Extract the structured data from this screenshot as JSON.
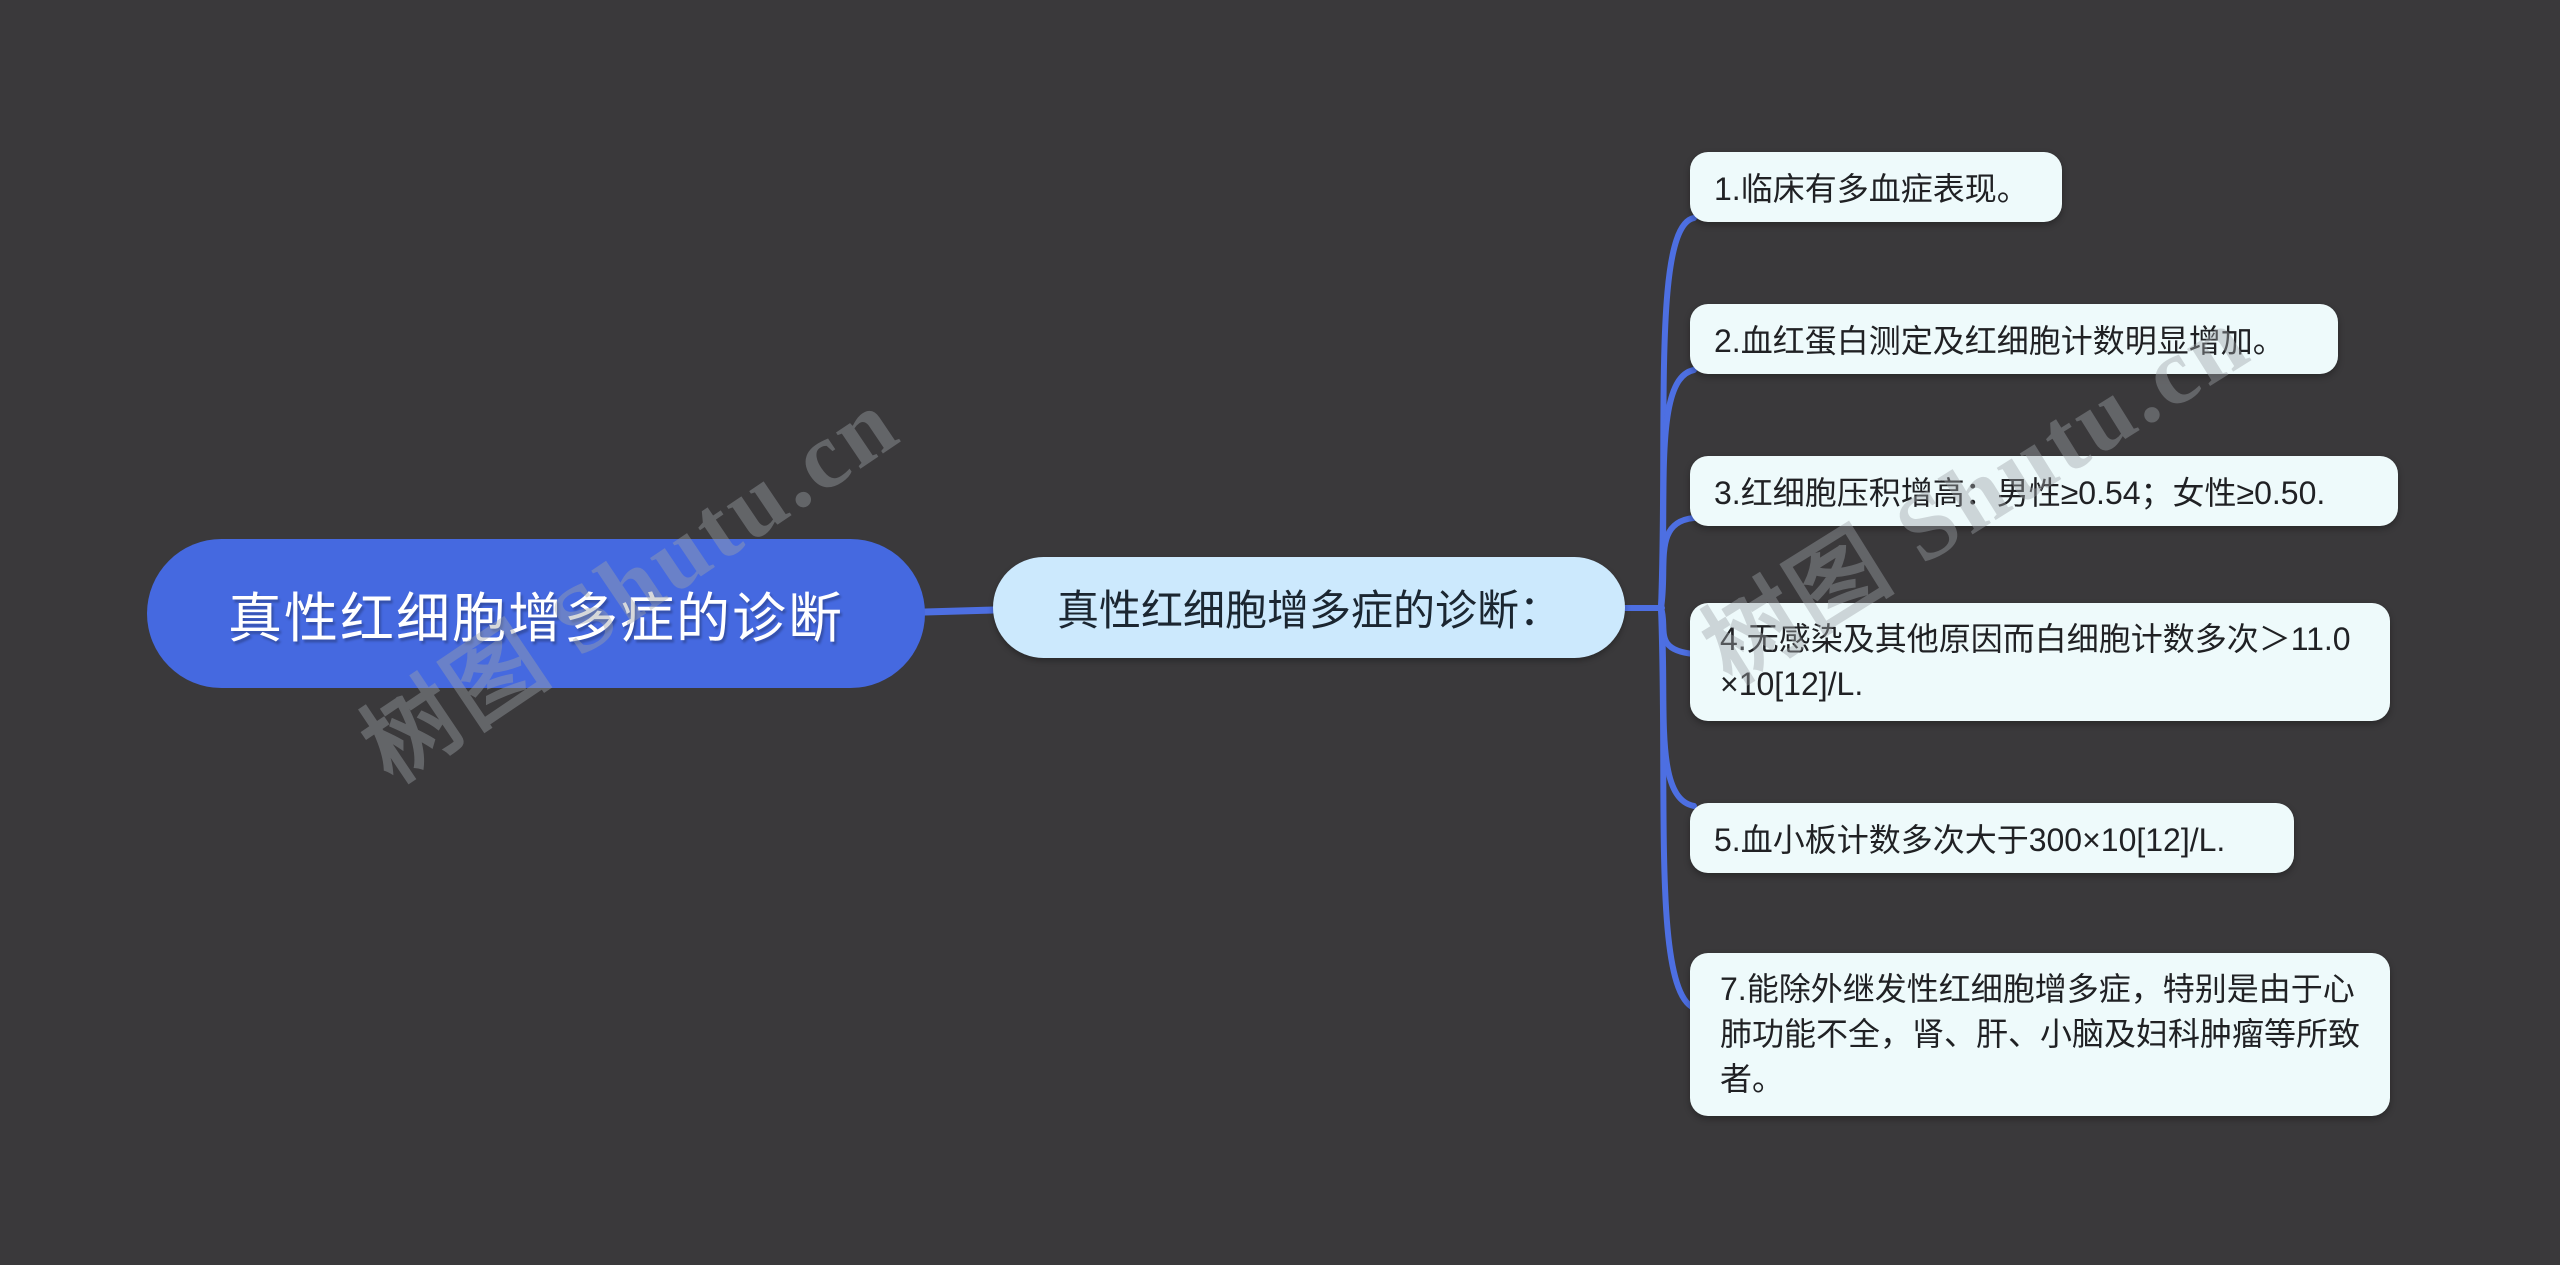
{
  "watermark": {
    "text": "树图 Shutu.cn"
  },
  "colors": {
    "background": "#3a393b",
    "root_fill": "#4569e0",
    "root_text": "#ffffff",
    "parent_fill": "#cce9fd",
    "parent_text": "#1b2631",
    "child_fill": "#eefafb",
    "child_text": "#202124",
    "connector": "#4d6fe2",
    "watermark": "#9ea3a7"
  },
  "mindmap": {
    "connector_color": "#4d6fe2",
    "root": {
      "label": "真性红细胞增多症的诊断"
    },
    "parent": {
      "label": "真性红细胞增多症的诊断："
    },
    "children": [
      {
        "label": "1.临床有多血症表现。"
      },
      {
        "label": "2.血红蛋白测定及红细胞计数明显增加。"
      },
      {
        "label": "3.红细胞压积增高：男性≥0.54；女性≥0.50."
      },
      {
        "label": "4.无感染及其他原因而白细胞计数多次＞11.0×10[12]/L."
      },
      {
        "label": "5.血小板计数多次大于300×10[12]/L."
      },
      {
        "label": "7.能除外继发性红细胞增多症，特别是由于心肺功能不全，肾、肝、小脑及妇科肿瘤等所致者。"
      }
    ]
  }
}
